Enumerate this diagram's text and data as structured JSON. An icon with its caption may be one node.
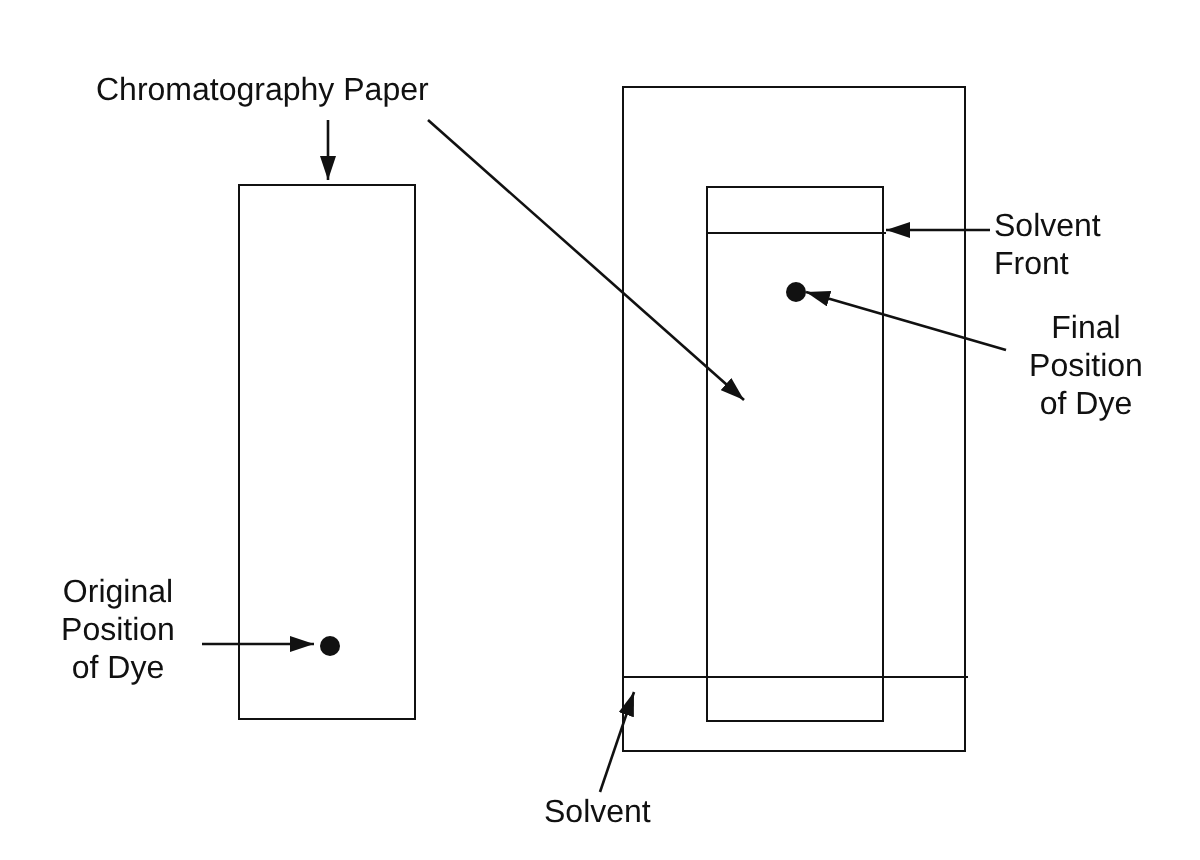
{
  "diagram": {
    "nodes": [
      {
        "text": [
          "Chromatography Paper"
        ]
      },
      {
        "text": [],
        "shape": "box"
      },
      {
        "text": [],
        "shape": "box"
      },
      {
        "text": [],
        "shape": "box",
        "in": 2
      },
      {
        "text": [],
        "shape": "line",
        "in": 3
      },
      {
        "text": [],
        "shape": "circle",
        "in": 3
      },
      {
        "text": [],
        "shape": "box",
        "in": 2
      },
      {
        "text": [
          "Original Position of Dye"
        ]
      },
      {
        "text": [],
        "shape": "circle",
        "in": 1
      },
      {
        "text": [
          "Solvent Front"
        ]
      },
      {
        "text": [
          "Final Position of Dye"
        ]
      },
      {
        "text": [
          "Solvent"
        ]
      }
    ],
    "edges": [
      {
        "from": 0,
        "to": 1,
        "arrow": "to"
      },
      {
        "from": 0,
        "to": 3,
        "arrow": "to"
      },
      {
        "from": 9,
        "to": 4,
        "arrow": "to"
      },
      {
        "from": 10,
        "to": 5,
        "arrow": "to"
      },
      {
        "from": 7,
        "to": 8,
        "arrow": "to"
      },
      {
        "from": 11,
        "to": 6,
        "arrow": "to"
      }
    ]
  }
}
